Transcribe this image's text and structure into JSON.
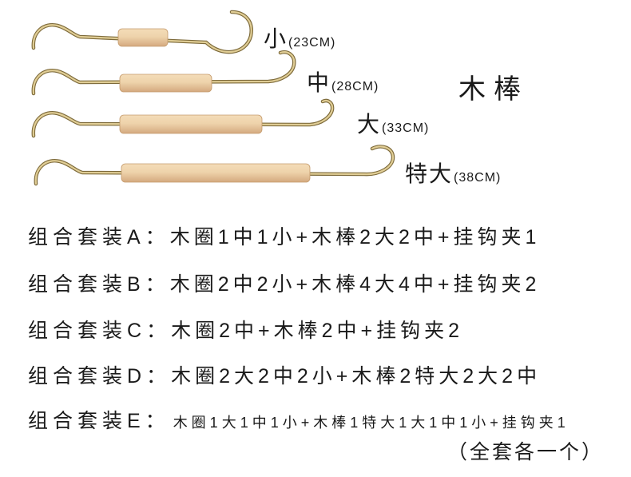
{
  "heading": "木棒",
  "hooks": [
    {
      "size": "小",
      "length": "(23CM)"
    },
    {
      "size": "中",
      "length": "(28CM)"
    },
    {
      "size": "大",
      "length": "(33CM)"
    },
    {
      "size": "特大",
      "length": "(38CM)"
    }
  ],
  "sets": [
    {
      "label": "组合套装A：",
      "content": "木圈1中1小+木棒2大2中+挂钩夹1"
    },
    {
      "label": "组合套装B：",
      "content": "木圈2中2小+木棒4大4中+挂钩夹2"
    },
    {
      "label": "组合套装C：",
      "content": "木圈2中+木棒2中+挂钩夹2"
    },
    {
      "label": "组合套装D：",
      "content": "木圈2大2中2小+木棒2特大2大2中"
    },
    {
      "label": "组合套装E：",
      "content": "木圈1大1中1小+木棒1特大1大1中1小+挂钩夹1"
    }
  ],
  "note": "（全套各一个）",
  "colors": {
    "background": "#ffffff",
    "text": "#1a1a1a",
    "wire": "#e0cd95",
    "wire_outline": "#7d6a3a",
    "wood_light": "#f4dcb8",
    "wood_dark": "#d4a97f"
  }
}
